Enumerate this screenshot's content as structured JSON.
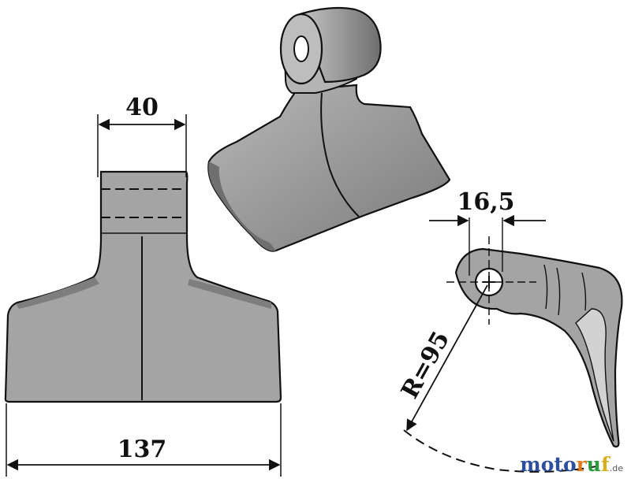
{
  "dimensions": {
    "width_top": "40",
    "width_bottom": "137",
    "hole_offset": "16,5",
    "radius": "R=95"
  },
  "logo": {
    "name": "motoruf",
    "tld": ".de",
    "letter_colors": [
      "#2d4fa0",
      "#2d4fa0",
      "#2d4fa0",
      "#2d4fa0",
      "#e07a1c",
      "#2a9a3c",
      "#d8b01c"
    ]
  },
  "colors": {
    "part_fill": "#a0a0a0",
    "part_stroke": "#111111",
    "dimension_line": "#111111"
  }
}
